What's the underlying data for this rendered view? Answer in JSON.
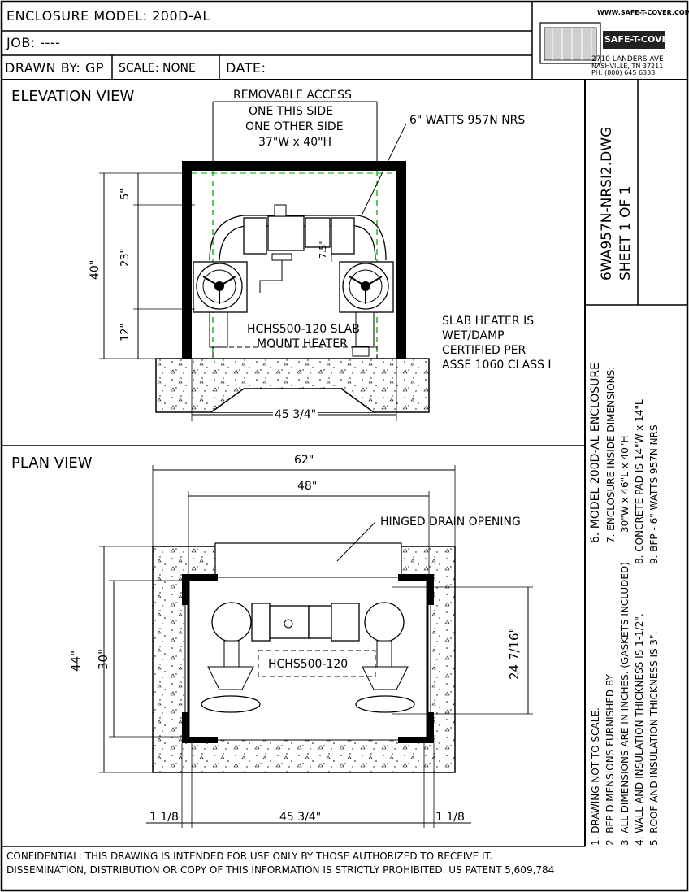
{
  "title_block": {
    "model": "ENCLOSURE MODEL: 200D-AL",
    "job": "JOB: ----",
    "drawn_by": "DRAWN BY: GP",
    "scale": "SCALE: NONE",
    "date": "DATE:"
  },
  "company": {
    "website": "WWW.SAFE-T-COVER.COM",
    "name": "SAFE-T-COVER",
    "address1": "2710 LANDERS AVE",
    "address2": "NASHVILLE, TN 37211",
    "phone": "PH: (800) 645 6333"
  },
  "drawing": {
    "file": "6WA957N-NRSI2.DWG",
    "sheet": "SHEET 1 OF 1"
  },
  "elevation": {
    "heading": "ELEVATION VIEW",
    "access_1": "REMOVABLE ACCESS",
    "access_2": "ONE THIS SIDE",
    "access_3": "ONE OTHER SIDE",
    "access_4": "37\"W x 40\"H",
    "valve_label": "6\" WATTS 957N NRS",
    "dim_5": "5\"",
    "dim_23": "23\"",
    "dim_12": "12\"",
    "dim_40": "40\"",
    "dim_7_5": "7.5\"",
    "heater_1": "HCHS500-120 SLAB",
    "heater_2": "MOUNT HEATER",
    "slab_1": "SLAB HEATER IS",
    "slab_2": "WET/DAMP",
    "slab_3": "CERTIFIED PER",
    "slab_4": "ASSE 1060 CLASS I",
    "dim_45": "45 3/4\""
  },
  "plan": {
    "heading": "PLAN VIEW",
    "dim_62": "62\"",
    "dim_48": "48\"",
    "drain": "HINGED DRAIN OPENING",
    "dim_44": "44\"",
    "dim_30": "30\"",
    "dim_24": "24 7/16\"",
    "heater": "HCHS500-120",
    "dim_118_left": "1 1/8",
    "dim_45": "45 3/4\"",
    "dim_118_right": "1 1/8"
  },
  "notes": {
    "n1": "1. DRAWING NOT TO SCALE.",
    "n2": "2. BFP DIMENSIONS FURNISHED BY",
    "n3": "3. ALL DIMENSIONS ARE IN INCHES. (GASKETS INCLUDED)",
    "n4": "4. WALL AND INSULATION THICKNESS IS 1-1/2\".",
    "n5": "5. ROOF AND INSULATION THICKNESS IS 3\".",
    "n6": "6. MODEL 200D-AL ENCLOSURE",
    "n7": "7. ENCLOSURE INSIDE DIMENSIONS:",
    "n7b": "30\"W x 46\"L x 40\"H",
    "n8": "8. CONCRETE PAD IS 14\"W x 14\"L",
    "n9": "9. BFP - 6\" WATTS 957N NRS"
  },
  "footer": {
    "line1": "CONFIDENTIAL:   THIS DRAWING IS INTENDED FOR USE ONLY BY THOSE AUTHORIZED TO RECEIVE IT.",
    "line2": "DISSEMINATION, DISTRIBUTION OR COPY OF THIS INFORMATION IS STRICTLY PROHIBITED.   US PATENT 5,609,784"
  }
}
